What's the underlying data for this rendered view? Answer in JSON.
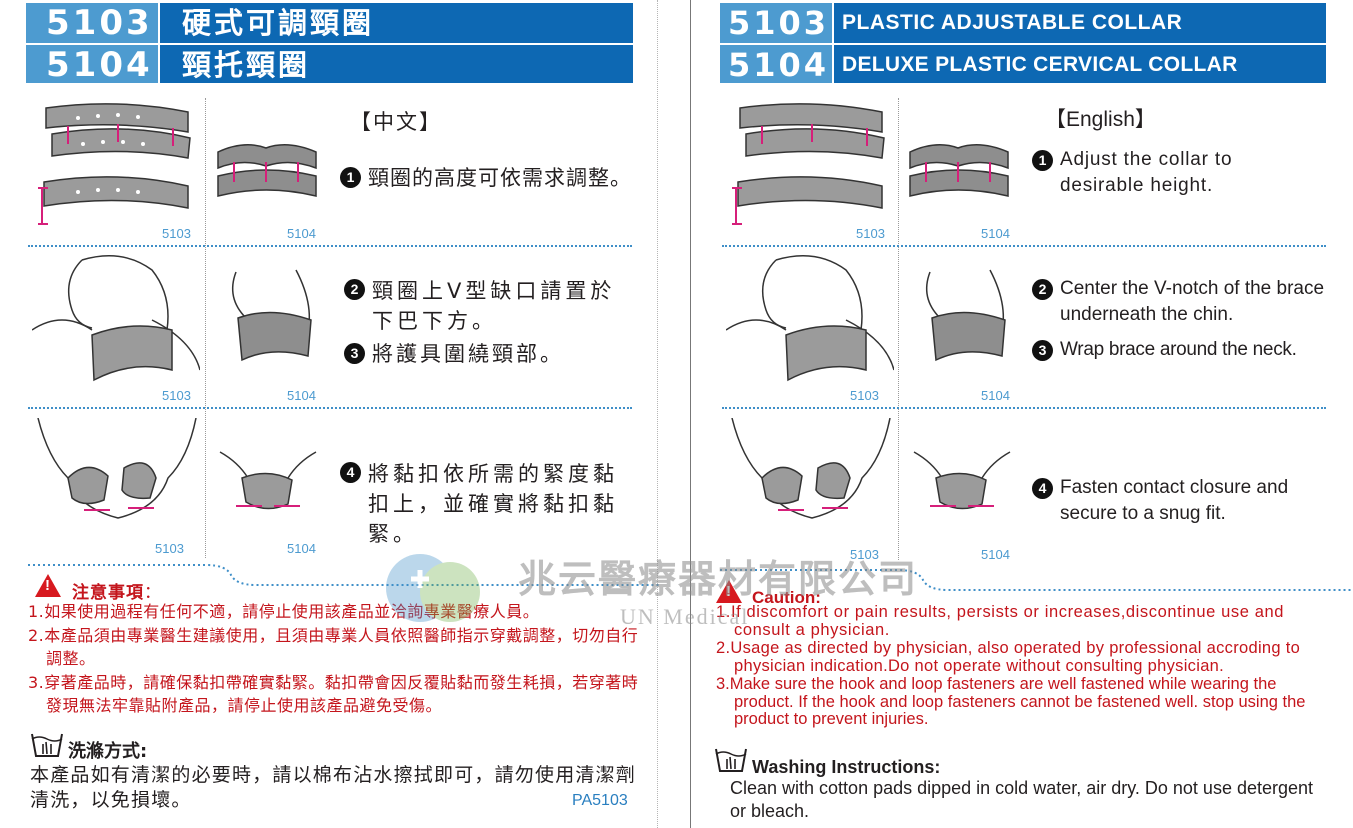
{
  "zh": {
    "header": {
      "code1": "5103",
      "code2": "5104",
      "title1": "硬式可調頸圈",
      "title2": "頸托頸圈"
    },
    "lang_label": "【中文】",
    "steps": [
      {
        "num": "1",
        "text": "頸圈的高度可依需求調整。"
      },
      {
        "num": "2",
        "text": "頸圈上V型缺口請置於下巴下方。"
      },
      {
        "num": "3",
        "text": "將護具圍繞頸部。"
      },
      {
        "num": "4",
        "text": "將黏扣依所需的緊度黏扣上，並確實將黏扣黏緊。"
      }
    ],
    "caution_title": "注意事項",
    "caution_colon": "：",
    "cautions": [
      "1.如果使用過程有任何不適，請停止使用該產品並洽詢專業醫療人員。",
      "2.本產品須由專業醫生建議使用，且須由專業人員依照醫師指示穿戴調整，切勿自行調整。",
      "3.穿著產品時，請確保黏扣帶確實黏緊。黏扣帶會因反覆貼黏而發生耗損，若穿著時發現無法牢靠貼附產品，請停止使用該產品避免受傷。"
    ],
    "wash_title": "洗滌方式:",
    "wash_text": "本產品如有清潔的必要時，請以棉布沾水擦拭即可，請勿使用清潔劑清洗，以免損壞。",
    "code": "PA5103"
  },
  "en": {
    "header": {
      "code1": "5103",
      "code2": "5104",
      "title1": "PLASTIC ADJUSTABLE COLLAR",
      "title2": "DELUXE PLASTIC CERVICAL COLLAR"
    },
    "lang_label": "【English】",
    "steps": [
      {
        "num": "1",
        "text": "Adjust the collar to desirable height."
      },
      {
        "num": "2",
        "text": "Center the V-notch of the brace underneath the chin."
      },
      {
        "num": "3",
        "text": "Wrap brace around the neck."
      },
      {
        "num": "4",
        "text": "Fasten contact closure and secure to a snug fit."
      }
    ],
    "caution_title": "Caution:",
    "cautions": [
      "1.If discomfort or pain results, persists or increases,discontinue use and consult a physician.",
      "2.Usage as directed by physician, also operated by professional accroding to physician indication.Do not operate without consulting physician.",
      "3.Make sure the hook and loop fasteners are well fastened while wearing the product. If the hook and loop fasteners cannot be fastened well. stop using the product to prevent injuries."
    ],
    "wash_title": "Washing Instructions:",
    "wash_text": "Clean with cotton pads dipped in cold water, air dry. Do not use detergent or bleach."
  },
  "captions": {
    "a": "5103",
    "b": "5104"
  },
  "watermark": {
    "zh": "兆云醫療器材有限公司",
    "en": "UN Medical"
  },
  "colors": {
    "header_num": "#4d9bd0",
    "header_title": "#0d68b3",
    "caution_red": "#c4151c",
    "dotted_line": "#3f8fc8"
  }
}
